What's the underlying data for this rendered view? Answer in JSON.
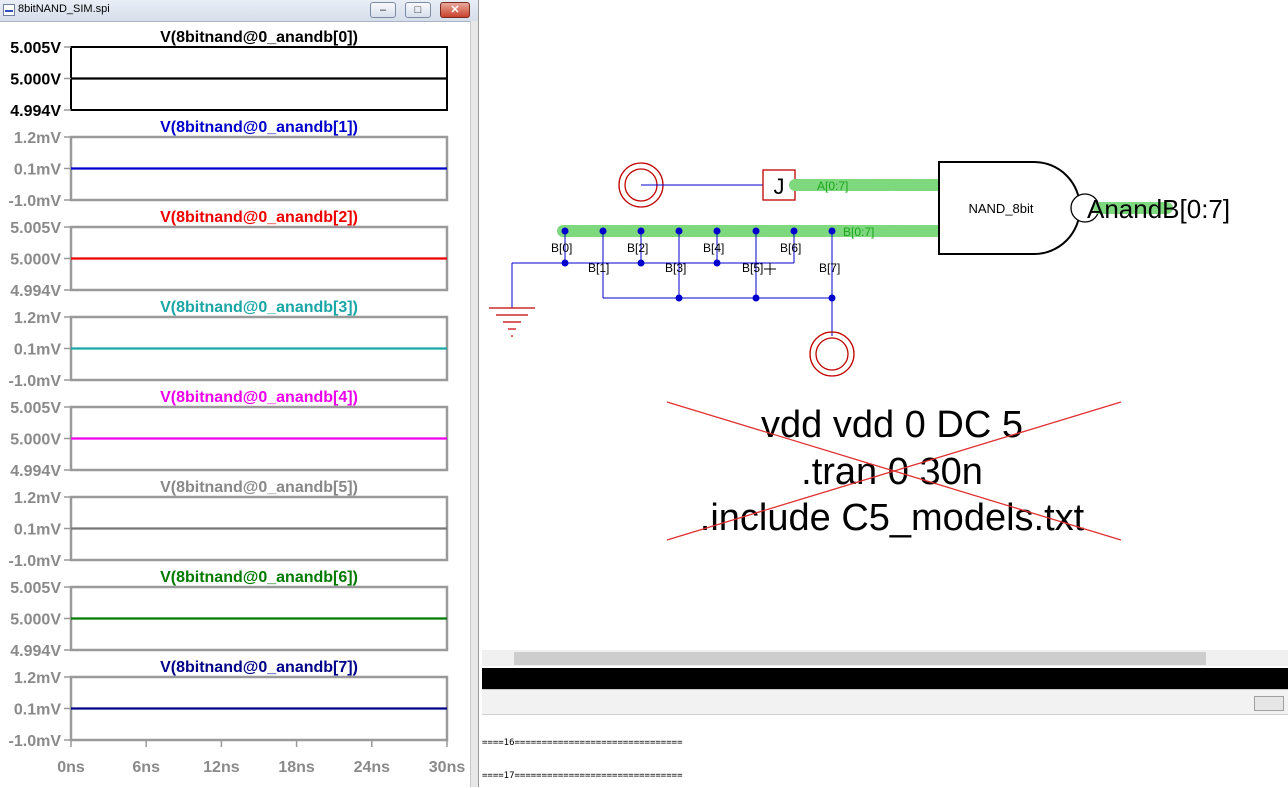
{
  "window": {
    "title": "8bitNAND_SIM.spi",
    "controls": {
      "minimize": "–",
      "maximize": "□",
      "close": "✕"
    }
  },
  "waveforms": [
    {
      "prefix": "V(",
      "trace": "8bitnand@0_anandb[0]",
      "suffix": ")",
      "color": "#000000",
      "ticks": [
        "5.005V",
        "5.000V",
        "4.994V"
      ],
      "bold_frame": true
    },
    {
      "prefix": "V(",
      "trace": "8bitnand@0_anandb[1]",
      "suffix": ")",
      "color": "#0000cc",
      "ticks": [
        "1.2mV",
        "0.1mV",
        "-1.0mV"
      ]
    },
    {
      "prefix": "V(",
      "trace": "8bitnand@0_anandb[2]",
      "suffix": ")",
      "color": "#ee0000",
      "ticks": [
        "5.005V",
        "5.000V",
        "4.994V"
      ]
    },
    {
      "prefix": "V(",
      "trace": "8bitnand@0_anandb[3]",
      "suffix": ")",
      "color": "#1aa6a6",
      "ticks": [
        "1.2mV",
        "0.1mV",
        "-1.0mV"
      ]
    },
    {
      "prefix": "V(",
      "trace": "8bitnand@0_anandb[4]",
      "suffix": ")",
      "color": "#ee00ee",
      "ticks": [
        "5.005V",
        "5.000V",
        "4.994V"
      ]
    },
    {
      "prefix": "V(",
      "trace": "8bitnand@0_anandb[5]",
      "suffix": ")",
      "color": "#888888",
      "ticks": [
        "1.2mV",
        "0.1mV",
        "-1.0mV"
      ]
    },
    {
      "prefix": "V(",
      "trace": "8bitnand@0_anandb[6]",
      "suffix": ")",
      "color": "#007a00",
      "ticks": [
        "5.005V",
        "5.000V",
        "4.994V"
      ]
    },
    {
      "prefix": "V(",
      "trace": "8bitnand@0_anandb[7]",
      "suffix": ")",
      "color": "#000088",
      "ticks": [
        "1.2mV",
        "0.1mV",
        "-1.0mV"
      ]
    }
  ],
  "time_axis": [
    "0ns",
    "6ns",
    "12ns",
    "18ns",
    "24ns",
    "30ns"
  ],
  "schematic": {
    "gate_label": "NAND_8bit",
    "output_label": "AnandB[0:7]",
    "junction_label": "J",
    "bus_a_label": "A[0:7]",
    "bus_b_label": "B[0:7]",
    "bit_labels_top": [
      "B[0]",
      "B[2]",
      "B[4]",
      "B[6]"
    ],
    "bit_labels_bottom": [
      "B[1]",
      "B[3]",
      "B[5]",
      "B[7]"
    ],
    "directives": [
      "vdd vdd 0 DC 5",
      ".tran 0 30n",
      ".include C5_models.txt"
    ]
  },
  "log": {
    "lines": [
      "====16===============================",
      "====17==============================="
    ]
  }
}
